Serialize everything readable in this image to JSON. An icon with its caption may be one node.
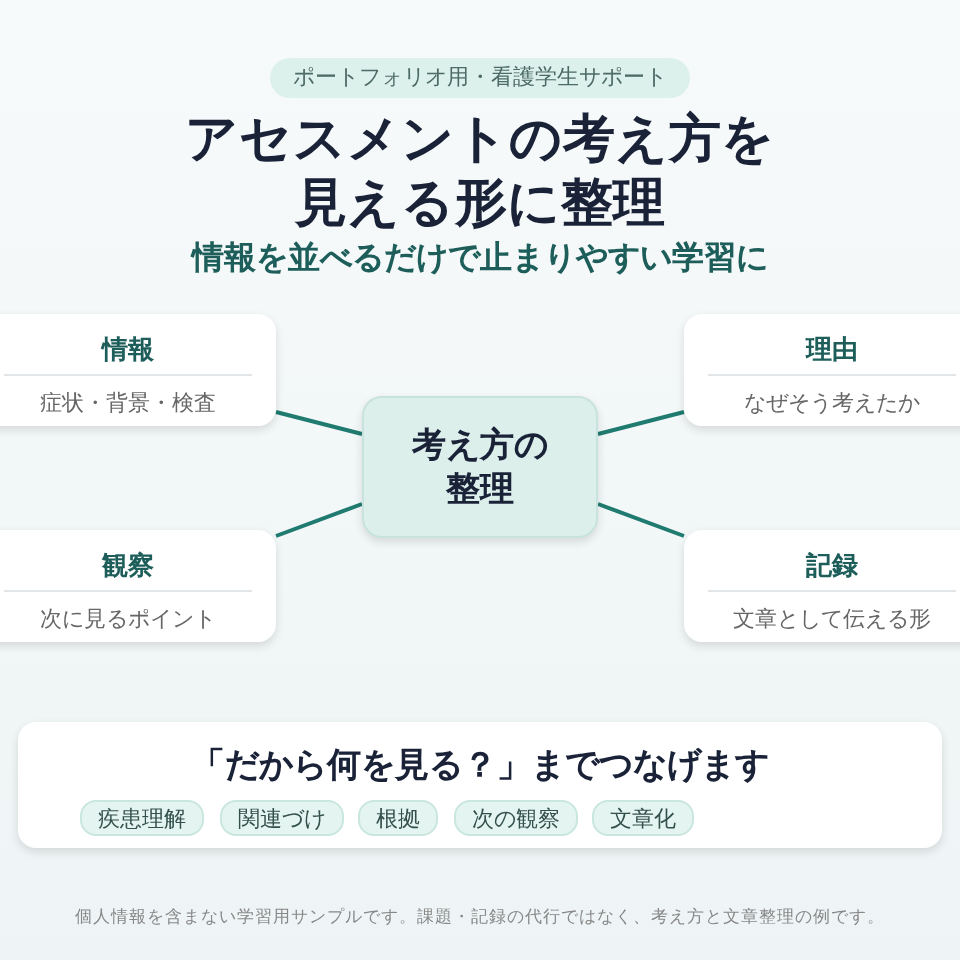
{
  "diagram": {
    "title": "アセスメントの考え方を見える形に整理",
    "caption": "個人情報を含まない学習用サンプルです。課題・記録の代行ではなく、考え方と文章整理の例です。",
    "nodes": [
      {
        "text": [
          "考え方の整理"
        ]
      },
      {
        "text": [
          "情報",
          "症状・背景・検査"
        ]
      },
      {
        "text": [
          "理由",
          "なぜそう考えたか"
        ]
      },
      {
        "text": [
          "観察",
          "次に見るポイント"
        ]
      },
      {
        "text": [
          "記録",
          "文章として伝える形"
        ]
      },
      {
        "text": [
          "「だから何を見る？」までつなげます"
        ]
      },
      {
        "text": [
          "疾患理解"
        ],
        "in": 5
      },
      {
        "text": [
          "関連づけ"
        ],
        "in": 5
      },
      {
        "text": [
          "根拠"
        ],
        "in": 5
      },
      {
        "text": [
          "次の観察"
        ],
        "in": 5
      },
      {
        "text": [
          "文章化"
        ],
        "in": 5
      }
    ],
    "edges": [
      {
        "from": 0,
        "to": 1,
        "arrow": "none"
      },
      {
        "from": 0,
        "to": 2,
        "arrow": "none"
      },
      {
        "from": 0,
        "to": 3,
        "arrow": "none"
      },
      {
        "from": 0,
        "to": 4,
        "arrow": "none"
      }
    ],
    "labels": [
      "ポートフォリオ用・看護学生サポート",
      "情報を並べるだけで止まりやすい学習に"
    ]
  }
}
